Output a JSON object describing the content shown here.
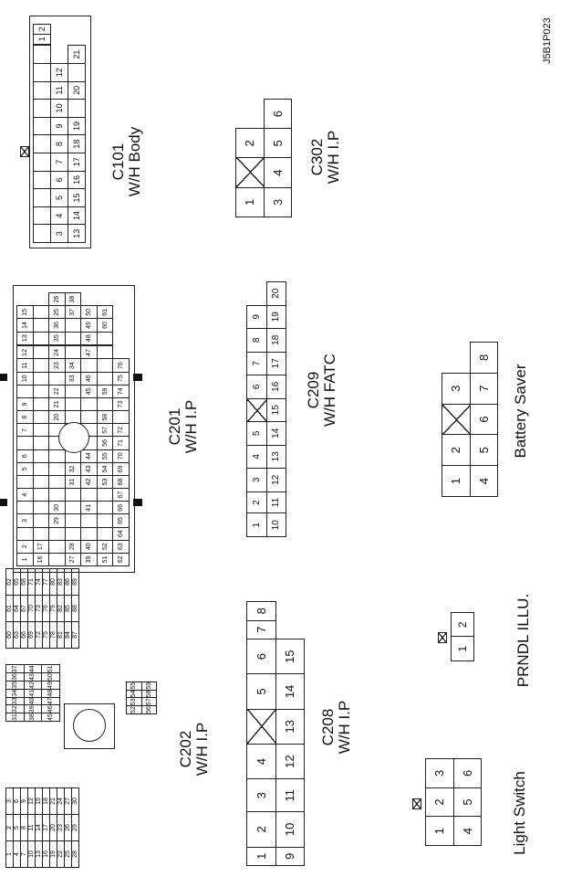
{
  "diagram_code": "J5B1P023",
  "connectors": {
    "c101": {
      "name": "C101",
      "sub": "W/H Body",
      "rows": [
        [
          "",
          "",
          "",
          "",
          "",
          "",
          "",
          "",
          "",
          "",
          "",
          "",
          "1",
          "2"
        ],
        [
          "3",
          "4",
          "5",
          "6",
          "7",
          "8",
          "9",
          "10",
          "11",
          "12"
        ],
        [
          "13",
          "14",
          "15",
          "16",
          "17",
          "18",
          "19",
          "",
          "20",
          "",
          "21"
        ]
      ]
    },
    "c302": {
      "name": "C302",
      "sub": "W/H I.P",
      "rows": [
        [
          "1",
          "X",
          "2"
        ],
        [
          "3",
          "4",
          "5",
          "6"
        ]
      ]
    },
    "c201": {
      "name": "C201",
      "sub": "W/H I.P",
      "rows": [
        [
          "1",
          "2",
          "",
          "3",
          "",
          "4",
          "",
          "5",
          "6",
          "",
          "7",
          "8",
          "9",
          "",
          "10",
          "11",
          "12",
          "",
          "13",
          "14",
          "15"
        ],
        [
          "16",
          "17",
          "",
          "",
          "",
          "",
          "",
          "",
          "",
          "",
          "",
          "",
          "",
          "",
          "",
          "",
          "",
          "",
          "",
          "",
          ""
        ],
        [
          "",
          "",
          "",
          "29",
          "30",
          "",
          "",
          "",
          "",
          "",
          "",
          "20",
          "21",
          "22",
          "",
          "23",
          "24",
          "",
          "35",
          "36",
          "25",
          "26"
        ],
        [
          "27",
          "28",
          "",
          "",
          "",
          "",
          "31",
          "32",
          "",
          "",
          "",
          "",
          "",
          "",
          "33",
          "34",
          "",
          "",
          "",
          "",
          "37",
          "38"
        ],
        [
          "39",
          "40",
          "",
          "",
          "41",
          "",
          "42",
          "43",
          "44",
          "",
          "",
          "",
          "",
          "45",
          "46",
          "",
          "47",
          "",
          "48",
          "49",
          "50"
        ],
        [
          "51",
          "52",
          "",
          "",
          "",
          "",
          "53",
          "54",
          "55",
          "56",
          "57",
          "58",
          "",
          "59",
          "",
          "",
          "",
          "",
          "",
          "60",
          "61"
        ],
        [
          "62",
          "63",
          "64",
          "65",
          "66",
          "67",
          "68",
          "69",
          "70",
          "71",
          "72",
          "",
          "73",
          "74",
          "75",
          "76"
        ]
      ]
    },
    "c209": {
      "name": "C209",
      "sub": "W/H FATC",
      "top": [
        "1",
        "2",
        "3",
        "4",
        "5",
        "X",
        "6",
        "7",
        "8",
        "9"
      ],
      "bottom": [
        "10",
        "11",
        "12",
        "13",
        "14",
        "15",
        "16",
        "17",
        "18",
        "19",
        "20"
      ]
    },
    "battery": {
      "name": "Battery Saver",
      "top": [
        "1",
        "2",
        "X",
        "3"
      ],
      "bottom": [
        "4",
        "5",
        "6",
        "7",
        "8"
      ]
    },
    "c202": {
      "name": "C202",
      "sub": "W/H I.P",
      "left": [
        [
          "1",
          "2",
          "3"
        ],
        [
          "4",
          "5",
          "6"
        ],
        [
          "7",
          "8",
          "9"
        ],
        [
          "10",
          "11",
          "12"
        ],
        [
          "13",
          "14",
          "15"
        ],
        [
          "16",
          "17",
          "18"
        ],
        [
          "19",
          "20",
          "21"
        ],
        [
          "22",
          "23",
          "24"
        ],
        [
          "25",
          "26",
          "27"
        ],
        [
          "28",
          "29",
          "30"
        ]
      ],
      "mid_top": [
        [
          "31",
          "32",
          "33",
          "34",
          "35",
          "36",
          "37"
        ],
        [
          "38",
          "39",
          "40",
          "41",
          "42",
          "43",
          "44"
        ],
        [
          "45",
          "46",
          "47",
          "48",
          "49",
          "50",
          "51"
        ]
      ],
      "mid_bottom": [
        [
          "52",
          "53",
          "54",
          "55"
        ],
        [
          "56",
          "57",
          "58",
          "59"
        ]
      ],
      "right": [
        [
          "60",
          "61",
          "62"
        ],
        [
          "63",
          "64",
          "65"
        ],
        [
          "66",
          "67",
          "68"
        ],
        [
          "69",
          "70",
          "71"
        ],
        [
          "72",
          "73",
          "74"
        ],
        [
          "75",
          "76",
          "77"
        ],
        [
          "78",
          "79",
          "80"
        ],
        [
          "81",
          "82",
          "83"
        ],
        [
          "84",
          "85",
          "86"
        ],
        [
          "87",
          "88",
          "89"
        ]
      ]
    },
    "c208": {
      "name": "C208",
      "sub": "W/H I.P",
      "top": [
        "1",
        "2",
        "3",
        "4",
        "X",
        "5",
        "6",
        "7",
        "8"
      ],
      "bottom": [
        "9",
        "10",
        "11",
        "12",
        "13",
        "14",
        "15"
      ]
    },
    "prndl": {
      "name": "PRNDL ILLU.",
      "pins": [
        "1",
        "2"
      ]
    },
    "light": {
      "name": "Light Switch",
      "top": [
        "1",
        "2",
        "3"
      ],
      "bottom": [
        "4",
        "5",
        "6"
      ]
    }
  }
}
